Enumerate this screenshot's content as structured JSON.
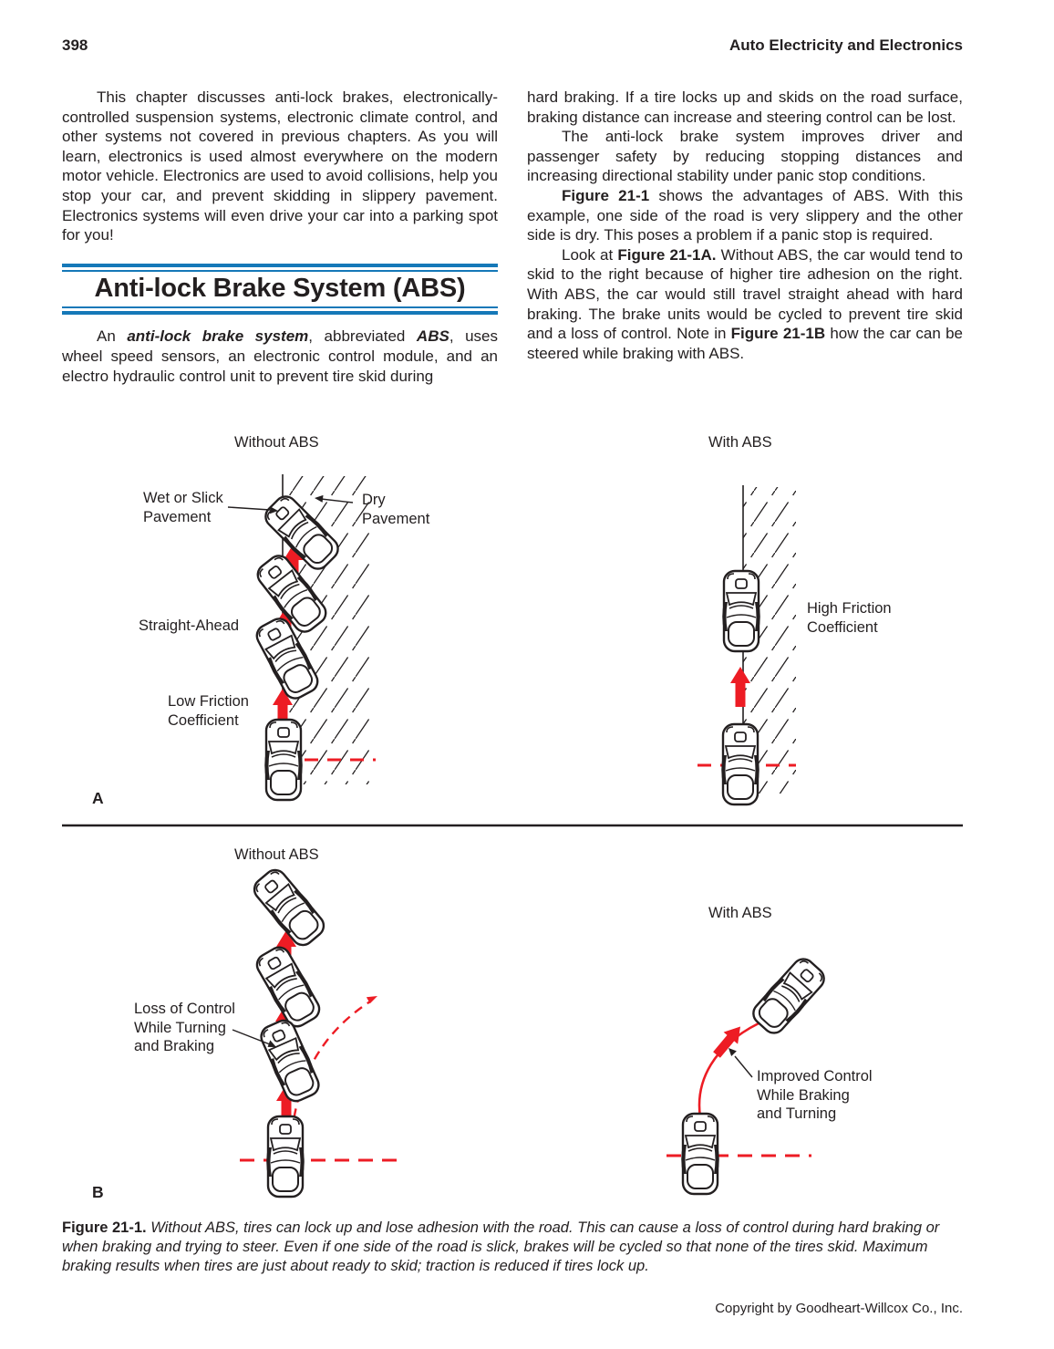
{
  "page": {
    "number": "398",
    "header_title": "Auto Electricity and Electronics",
    "footer": "Copyright by Goodheart-Willcox Co., Inc."
  },
  "colors": {
    "rule_blue": "#1578b8",
    "arrow_red": "#ed1c24",
    "ink": "#231f20"
  },
  "article": {
    "intro": "This chapter discusses anti-lock brakes, electronically-controlled suspension systems, electronic climate control, and other systems not covered in previous chapters. As you will learn, electronics is used almost everywhere on the modern motor vehicle. Electronics are used to avoid collisions, help you stop your car, and prevent skidding in slippery pavement. Electronics systems will even drive your car into a parking spot for you!",
    "section_title": "Anti-lock Brake System (ABS)",
    "abs_intro_runs": [
      {
        "t": "An "
      },
      {
        "t": "anti-lock brake system",
        "b": true,
        "i": true
      },
      {
        "t": ", abbreviated "
      },
      {
        "t": "ABS",
        "b": true,
        "i": true
      },
      {
        "t": ", uses wheel speed sensors, an electronic control module, and an electro hydraulic control unit to prevent tire skid during"
      }
    ],
    "col2_p1": "hard braking. If a tire locks up and skids on the road surface, braking distance can increase and steering control can be lost.",
    "col2_p2": "The anti-lock brake system improves driver and passenger safety by reducing stopping distances and increasing directional stability under panic stop conditions.",
    "figure_ref_runs": [
      {
        "t": "Figure 21-1",
        "b": true
      },
      {
        "t": " shows the advantages of ABS. With this example, one side of the road is very slippery and the other side is dry. This poses a problem if a panic stop is required."
      }
    ],
    "look_at_runs": [
      {
        "t": "Look at "
      },
      {
        "t": "Figure 21-1A.",
        "b": true
      },
      {
        "t": " Without ABS, the car would tend to skid to the right because of higher tire adhesion on the right. With ABS, the car would still travel straight ahead with hard braking. The brake units would be cycled to prevent tire skid and a loss of control. Note in "
      },
      {
        "t": "Figure 21-1B",
        "b": true
      },
      {
        "t": " how the car can be steered while braking with ABS."
      }
    ]
  },
  "figure": {
    "panel_a": {
      "tag": "A",
      "left_title": "Without ABS",
      "right_title": "With ABS",
      "wet_label": "Wet or Slick\nPavement",
      "dry_label": "Dry\nPavement",
      "straight_label": "Straight-Ahead",
      "low_friction_label": "Low Friction\nCoefficient",
      "high_friction_label": "High Friction\nCoefficient"
    },
    "panel_b": {
      "tag": "B",
      "left_title": "Without ABS",
      "right_title": "With ABS",
      "loss_label": "Loss of Control\nWhile Turning\nand Braking",
      "improved_label": "Improved Control\nWhile Braking\nand Turning"
    },
    "caption_runs": [
      {
        "t": "Figure 21-1. ",
        "b": true
      },
      {
        "t": "Without ABS, tires can lock up and lose adhesion with the road. This can cause a loss of control during hard braking or when braking and trying to steer. Even if one side of the road is slick, brakes will be cycled so that none of the tires skid. Maximum braking results when tires are just about ready to skid; traction is reduced if tires lock up.",
        "i": true
      }
    ]
  }
}
